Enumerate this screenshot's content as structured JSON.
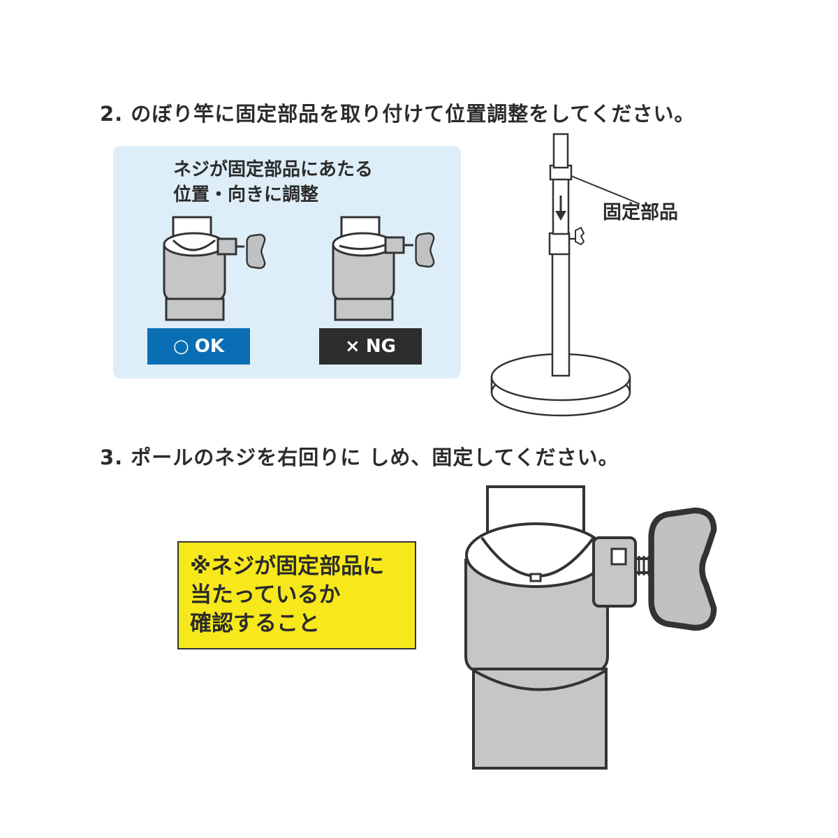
{
  "steps": {
    "step2": "2. のぼり竿に固定部品を取り付けて位置調整をしてください。",
    "step3": "3. ポールのネジを右回りに しめ、固定してください。"
  },
  "panel": {
    "instruction_line1": "ネジが固定部品にあたる",
    "instruction_line2": "位置・向きに調整",
    "ok": {
      "mark": "○",
      "label": "OK",
      "color": "#0a6eb4"
    },
    "ng": {
      "mark": "×",
      "label": "NG",
      "color": "#2d2d2d"
    }
  },
  "callout": {
    "label": "固定部品"
  },
  "note": {
    "line1": "※ネジが固定部品に",
    "line2": "当たっているか",
    "line3": "確認すること",
    "color": "#f7e81c"
  },
  "colors": {
    "panel_bg": "#deeef8",
    "part_gray": "#c4c6c8",
    "outline": "#333333"
  }
}
